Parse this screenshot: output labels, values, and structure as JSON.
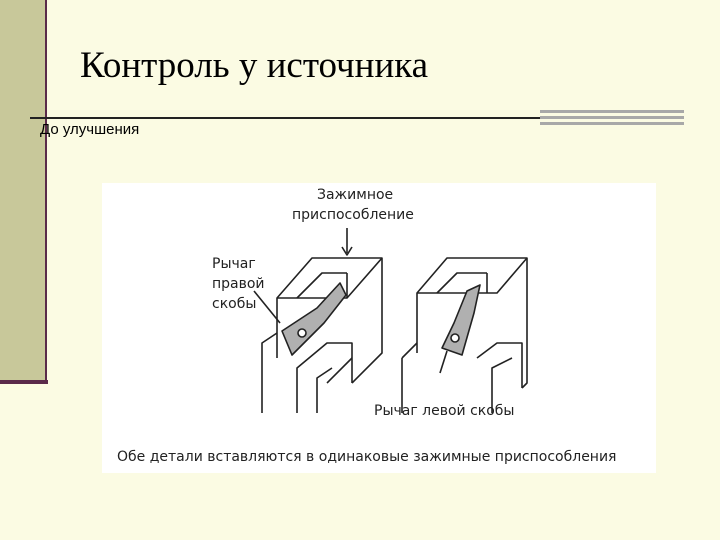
{
  "slide": {
    "title": "Контроль у источника",
    "subtitle": "До улучшения"
  },
  "figure": {
    "label_fixture_line1": "Зажимное",
    "label_fixture_line2": "приспособление",
    "label_right_lever_line1": "Рычаг",
    "label_right_lever_line2": "правой",
    "label_right_lever_line3": "скобы",
    "label_left_lever": "Рычаг левой скобы",
    "caption": "Обе детали вставляются в одинаковые зажимные приспособления"
  },
  "colors": {
    "background": "#fbfbe3",
    "sidebar": "#c8c89a",
    "accent_line": "#5a2a4a",
    "lever_fill": "#b0b0b0"
  }
}
